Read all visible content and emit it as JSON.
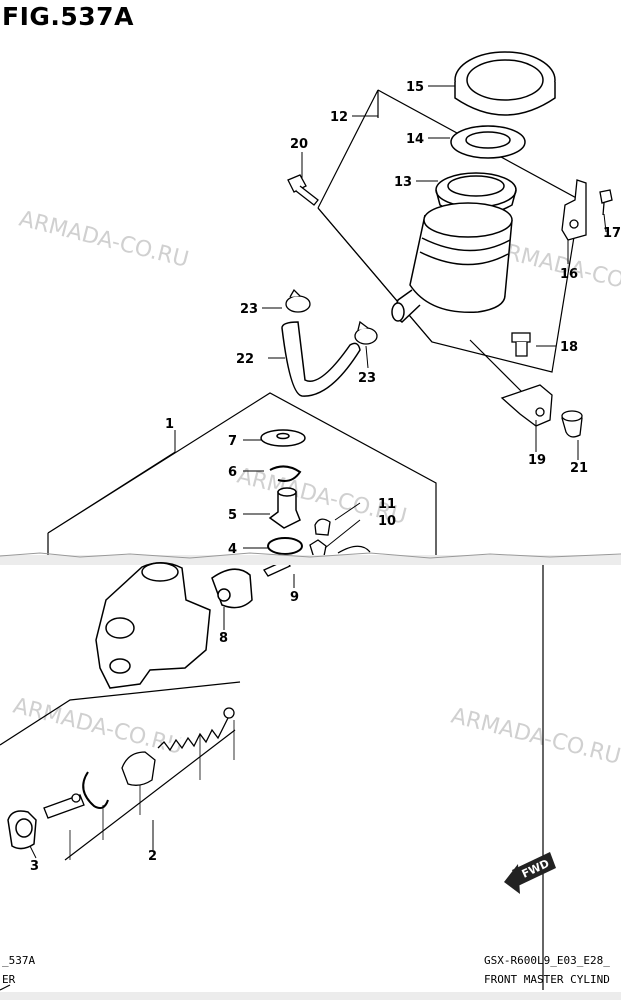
{
  "figure": {
    "title": "FIG.537A"
  },
  "watermark": {
    "text": "ARMADA-CO.RU"
  },
  "callouts": [
    "1",
    "2",
    "3",
    "4",
    "5",
    "6",
    "7",
    "8",
    "9",
    "10",
    "11",
    "12",
    "13",
    "14",
    "15",
    "16",
    "17",
    "18",
    "19",
    "20",
    "21",
    "22",
    "23",
    "23"
  ],
  "footer": {
    "left_code": "_537A",
    "left_name": "ER",
    "right_code": "GSX-R600L9_E03_E28_",
    "right_name": "FRONT MASTER CYLIND"
  },
  "fwd_badge": "FWD"
}
